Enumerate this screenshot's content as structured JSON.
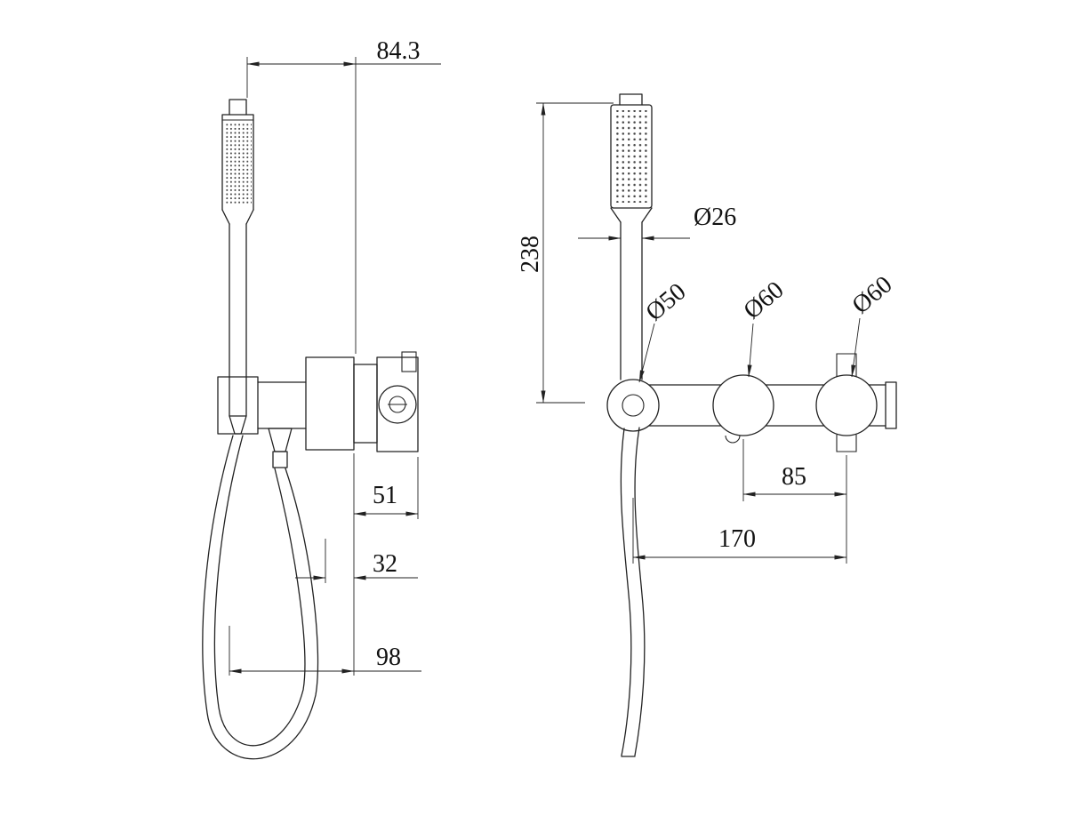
{
  "drawing": {
    "background": "#ffffff",
    "line_color": "#222222",
    "dimensions": {
      "offset_top": "84.3",
      "bracket_depth": "51",
      "outlet_offset": "32",
      "hose_loop_width": "98",
      "handset_length": "238",
      "handset_diameter": "Ø26",
      "holder_diameter": "Ø50",
      "knob_diameter_left": "Ø60",
      "knob_diameter_right": "Ø60",
      "knob_spacing": "85",
      "overall_width": "170"
    }
  }
}
